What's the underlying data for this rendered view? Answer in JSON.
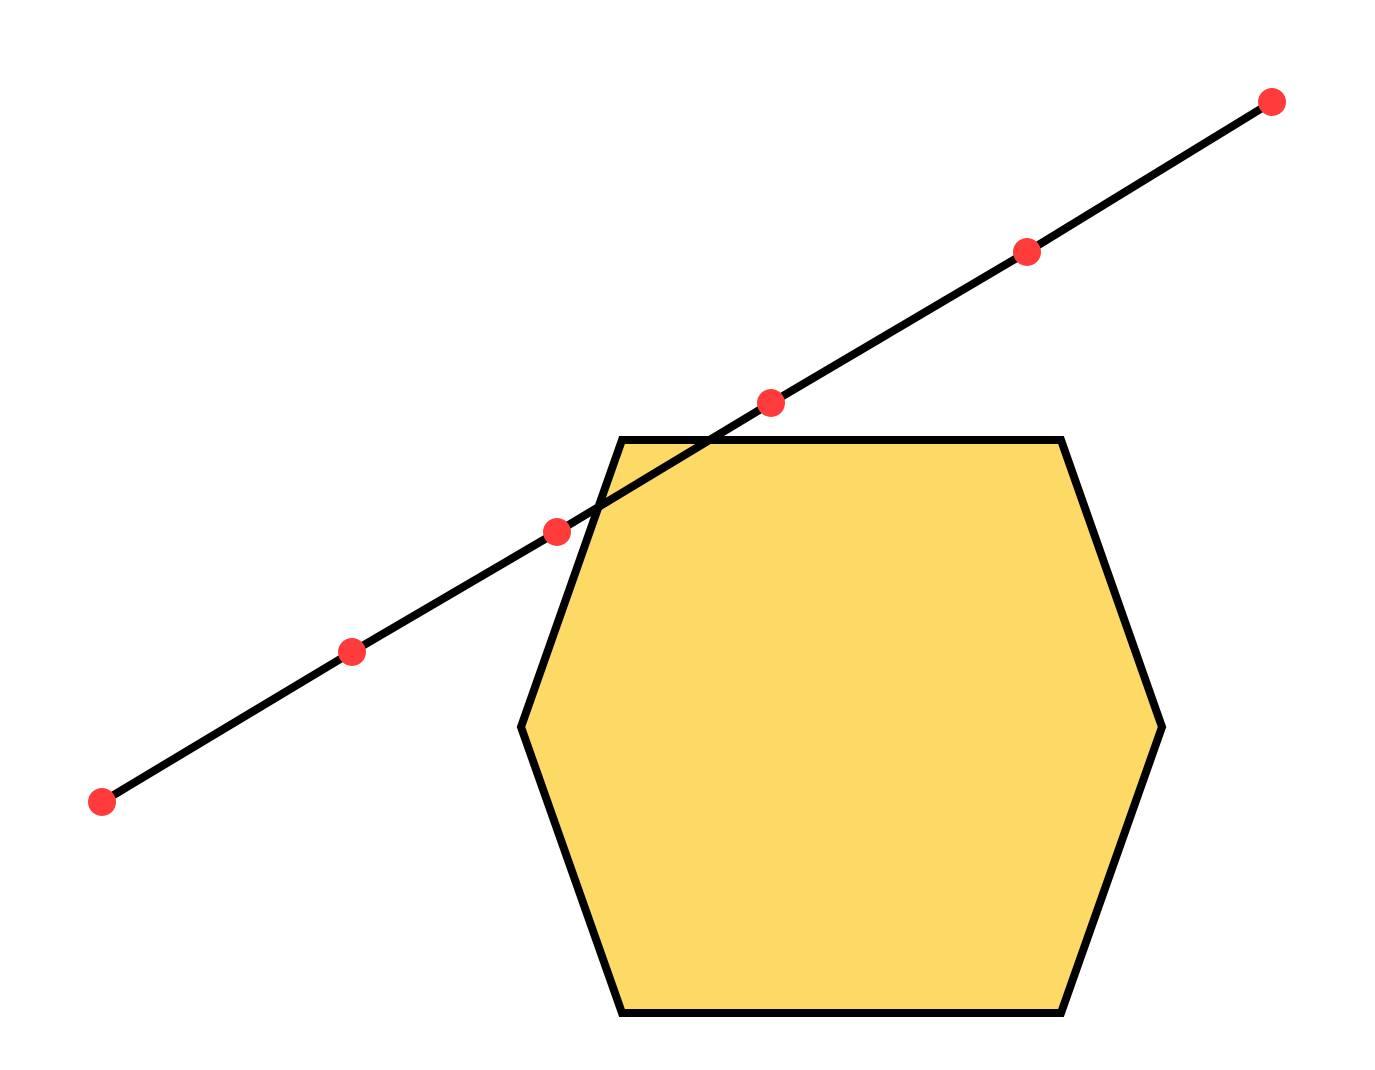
{
  "diagram": {
    "shapes": [
      {
        "kind": "hexagon",
        "name": "hexagon",
        "fill": "#fdd966",
        "stroke": "#000000"
      }
    ],
    "polyline": {
      "name": "diagonal-polyline",
      "stroke": "#000000",
      "vertex_color": "#ff3b3b",
      "vertex_count": 6
    }
  }
}
